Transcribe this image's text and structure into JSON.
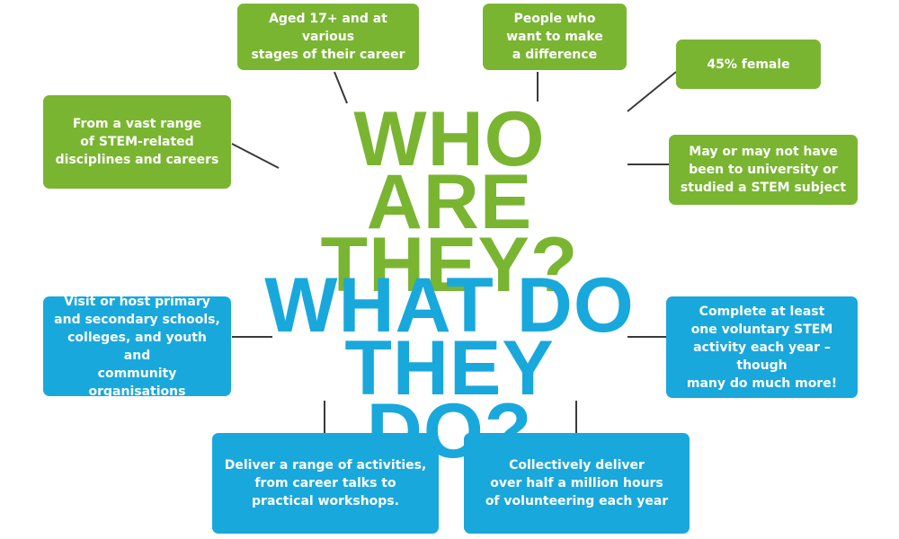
{
  "colors": {
    "green": "#7ab532",
    "blue": "#19a8dc",
    "connector": "#3a3a3a"
  },
  "who": {
    "title": "WHO ARE\nTHEY?",
    "boxes": {
      "age": "Aged 17+ and at various\nstages of their career",
      "difference": "People who\nwant to make\na difference",
      "female": "45% female",
      "disciplines": "From a vast range\nof STEM-related\ndisciplines and careers",
      "university": "May or may not have\nbeen to university or\nstudied a STEM subject"
    }
  },
  "what": {
    "title": "WHAT DO\nTHEY DO?",
    "boxes": {
      "schools": "Visit or host primary\nand secondary schools,\ncolleges, and youth and\ncommunity organisations",
      "activity": "Complete at least\none voluntary STEM\nactivity each year – though\nmany do much more!",
      "deliver": "Deliver a range of activities,\nfrom career talks to\npractical workshops.",
      "hours": "Collectively deliver\nover half a million hours\nof volunteering each year"
    }
  }
}
